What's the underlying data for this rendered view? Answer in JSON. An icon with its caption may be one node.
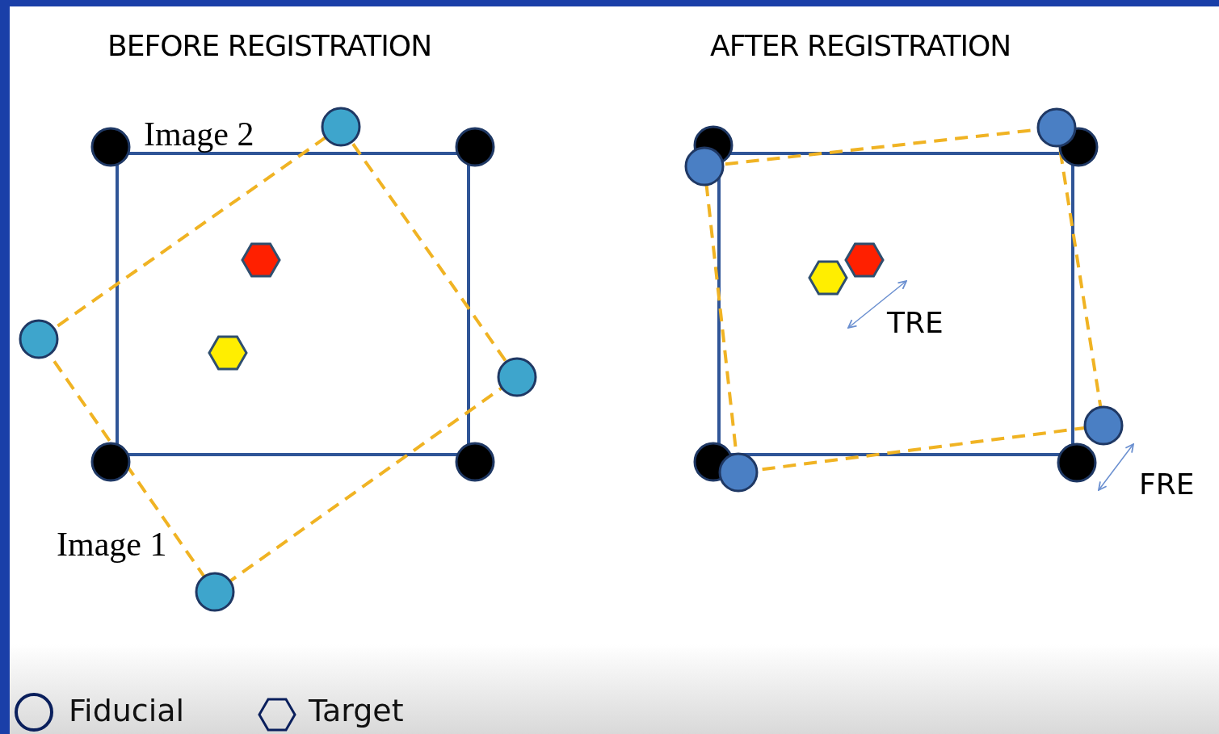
{
  "diagram": {
    "labels": [
      "BEFORE REGISTRATION",
      "Image 2",
      "Image 1",
      "AFTER REGISTRATION",
      "TRE",
      "FRE"
    ],
    "legend": [
      {
        "text": "Fiducial"
      },
      {
        "text": "Target"
      }
    ]
  }
}
